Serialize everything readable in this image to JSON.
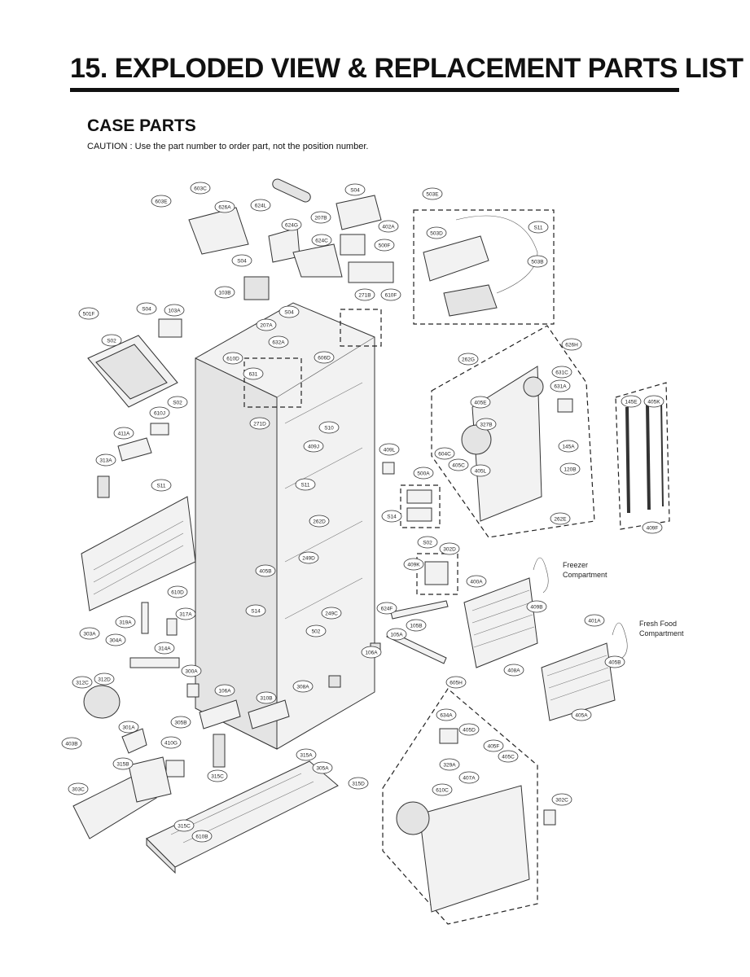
{
  "header": {
    "title": "15. EXPLODED VIEW & REPLACEMENT PARTS LIST",
    "section": "CASE PARTS",
    "caution": "CAUTION : Use the part number to order part, not the position number."
  },
  "notes": {
    "freezer_1": "Freezer",
    "freezer_2": "Compartment",
    "fresh_1": "Fresh Food",
    "fresh_2": "Compartment"
  },
  "callouts": [
    "603C",
    "603E",
    "626A",
    "624L",
    "S04",
    "207B",
    "402A",
    "500F",
    "624G",
    "624C",
    "503E",
    "503D",
    "S11",
    "503B",
    "S04",
    "103B",
    "271B",
    "610F",
    "S04",
    "103A",
    "501F",
    "S04",
    "207A",
    "632A",
    "610D",
    "S02",
    "631",
    "606D",
    "S02",
    "610J",
    "271D",
    "S10",
    "626H",
    "262G",
    "631C",
    "631A",
    "405E",
    "327B",
    "604C",
    "405C",
    "405L",
    "145A",
    "120B",
    "409F",
    "405K",
    "145E",
    "409J",
    "409L",
    "500A",
    "411A",
    "313A",
    "S11",
    "S11",
    "262D",
    "S14",
    "S02",
    "409K",
    "302D",
    "400A",
    "409B",
    "262E",
    "405B",
    "249D",
    "S14",
    "502",
    "249C",
    "624F",
    "105B",
    "105A",
    "610D",
    "319A",
    "317A",
    "303A",
    "304A",
    "314A",
    "300A",
    "312C",
    "312D",
    "106A",
    "310B",
    "308A",
    "403B",
    "303C",
    "301A",
    "305B",
    "410G",
    "315B",
    "315C",
    "315A",
    "305A",
    "315D",
    "315C",
    "610B",
    "605H",
    "634A",
    "405D",
    "405F",
    "329A",
    "405C",
    "407A",
    "610C",
    "302C",
    "401A",
    "405B",
    "405A",
    "408A",
    "106A"
  ]
}
